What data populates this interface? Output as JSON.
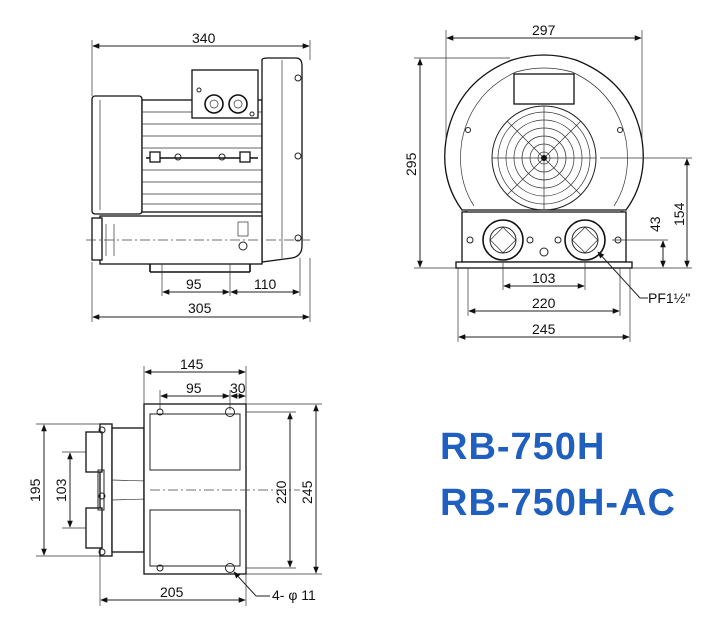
{
  "colors": {
    "model_text": "#1f5fbf",
    "line": "#111111"
  },
  "models": {
    "model_1": "RB-750H",
    "model_2": "RB-750H-AC"
  },
  "side_view": {
    "overall_width": "340",
    "length_base": "305",
    "foot_spacing": "95",
    "foot_offset": "110"
  },
  "front_view": {
    "overall_width": "297",
    "overall_height": "295",
    "outlet_height": "154",
    "flange_height": "43",
    "port_spacing": "103",
    "foot_inner": "220",
    "foot_outer": "245",
    "port_thread": "PF1½\""
  },
  "top_view": {
    "width_145": "145",
    "width_95": "95",
    "width_30": "30",
    "height_195": "195",
    "height_103": "103",
    "height_220": "220",
    "height_245": "245",
    "length_205": "205",
    "holes": "4- φ 11"
  }
}
